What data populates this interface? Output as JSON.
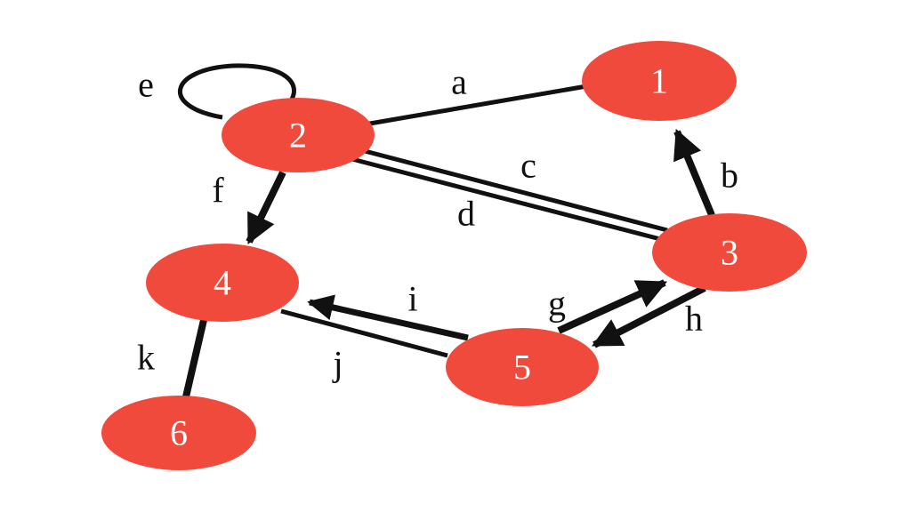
{
  "colors": {
    "node_fill": "#f04a3d",
    "edge": "#111111",
    "background": "#ffffff"
  },
  "nodes": [
    {
      "id": "1",
      "label": "1"
    },
    {
      "id": "2",
      "label": "2"
    },
    {
      "id": "3",
      "label": "3"
    },
    {
      "id": "4",
      "label": "4"
    },
    {
      "id": "5",
      "label": "5"
    },
    {
      "id": "6",
      "label": "6"
    }
  ],
  "edges": [
    {
      "label": "a",
      "from": "2",
      "to": "1",
      "directed": false
    },
    {
      "label": "b",
      "from": "3",
      "to": "1",
      "directed": true
    },
    {
      "label": "c",
      "from": "2",
      "to": "3",
      "directed": false
    },
    {
      "label": "d",
      "from": "2",
      "to": "3",
      "directed": false
    },
    {
      "label": "e",
      "from": "2",
      "to": "2",
      "directed": false
    },
    {
      "label": "f",
      "from": "2",
      "to": "4",
      "directed": true
    },
    {
      "label": "g",
      "from": "5",
      "to": "3",
      "directed": true
    },
    {
      "label": "h",
      "from": "3",
      "to": "5",
      "directed": true
    },
    {
      "label": "i",
      "from": "5",
      "to": "4",
      "directed": true
    },
    {
      "label": "j",
      "from": "4",
      "to": "5",
      "directed": false
    },
    {
      "label": "k",
      "from": "4",
      "to": "6",
      "directed": false
    }
  ]
}
